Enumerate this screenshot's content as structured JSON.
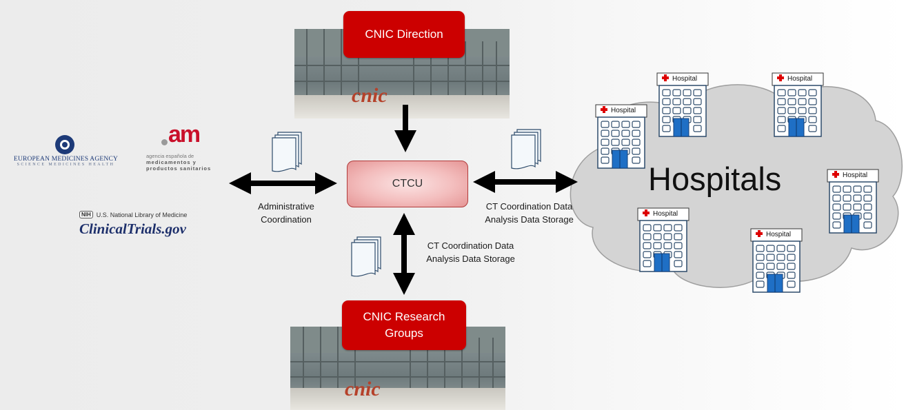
{
  "nodes": {
    "cnic_direction": "CNIC Direction",
    "cnic_research_groups": "CNIC Research Groups",
    "ctcu": "CTCU",
    "hospitals": "Hospitals"
  },
  "edges": {
    "left_label": "Administrative Coordination",
    "right_label": "CT Coordination Data Analysis Data Storage",
    "bottom_label": "CT Coordination Data Analysis Data Storage"
  },
  "logos": {
    "ema_name": "EUROPEAN MEDICINES AGENCY",
    "ema_tagline": "SCIENCE MEDICINES HEALTH",
    "aemps_mark": "am",
    "aemps_line1": "agencia española de",
    "aemps_line2": "medicamentos y",
    "aemps_line3": "productos sanitarios",
    "nih_badge": "NIH",
    "nlm_name": "U.S. National Library of Medicine",
    "clinicaltrials": "ClinicalTrials.gov"
  },
  "photo_sign": "cnic",
  "hospital_icon_label": "Hospital",
  "colors": {
    "cnic_red": "#cc0000",
    "ctcu_fill": "#f3bdbd",
    "cloud": "#d4d4d4",
    "hospital_door": "#1f6fc5",
    "cross": "#dd0000"
  }
}
